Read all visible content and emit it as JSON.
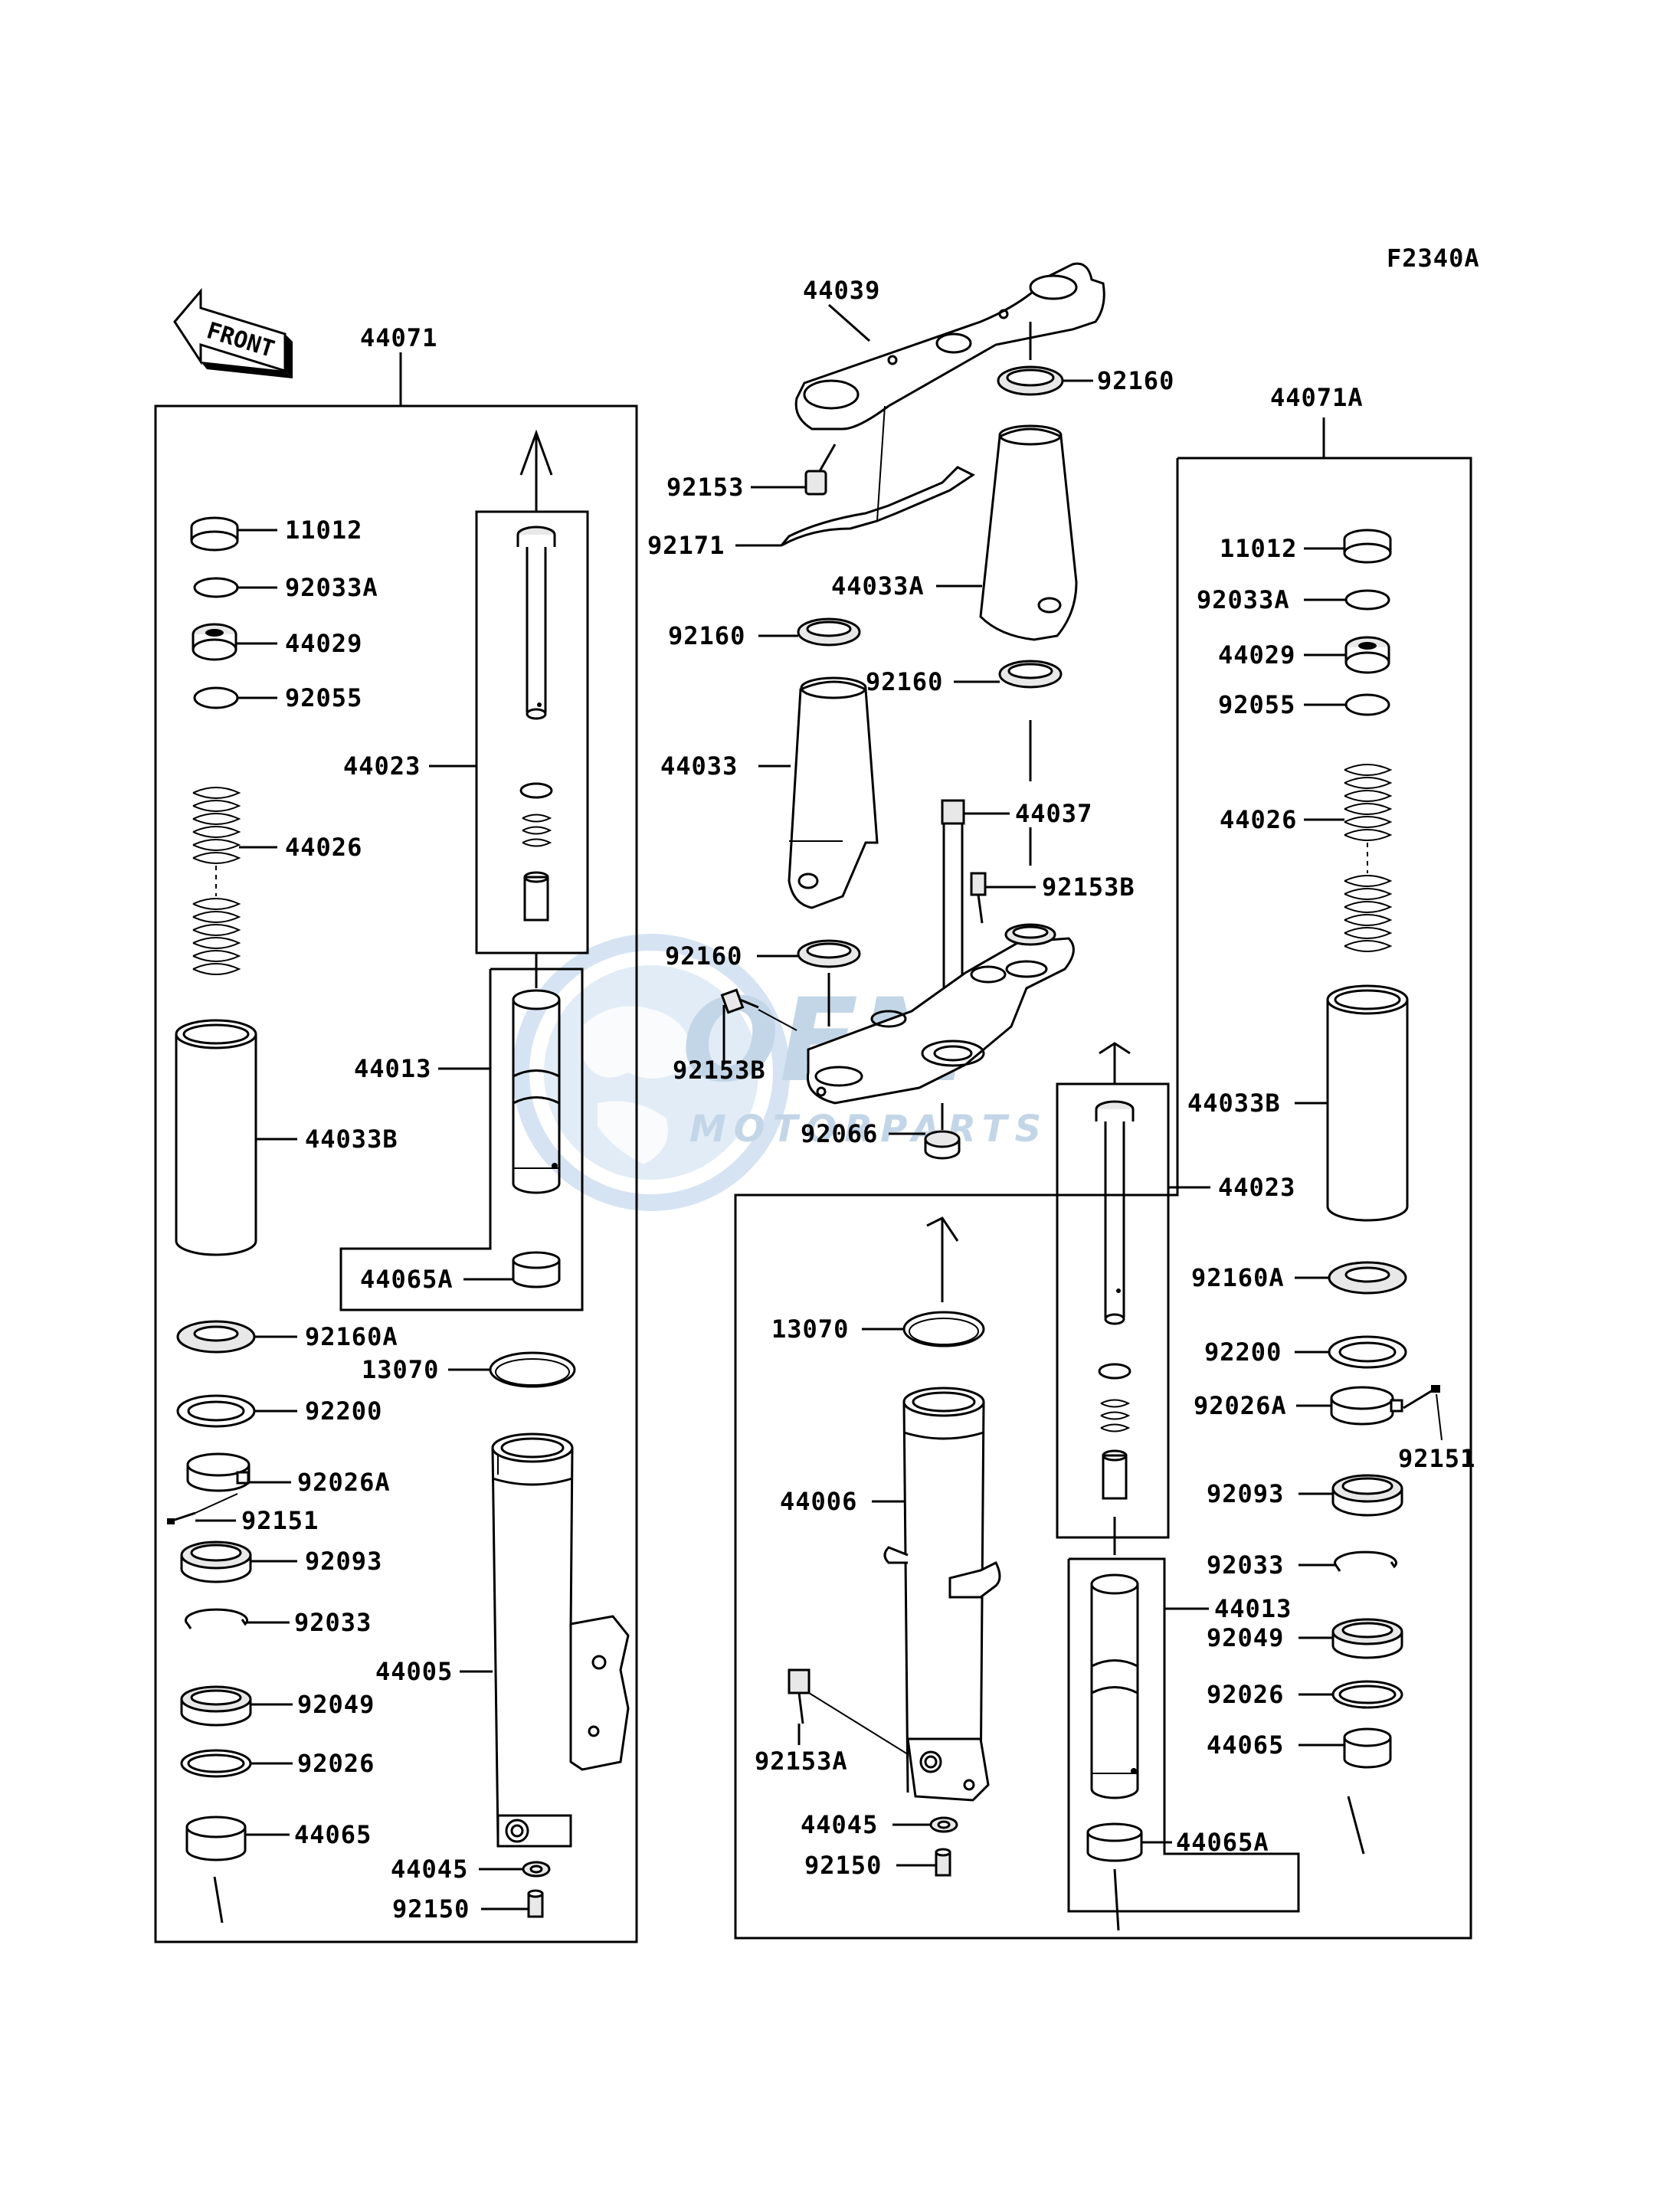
{
  "diagram_code": "F2340A",
  "direction_arrow": "FRONT",
  "watermark": {
    "brand": "OEM",
    "sub": "MOTORPARTS"
  },
  "colors": {
    "line": "#000000",
    "watermark": "#b9cfe3"
  },
  "left_assembly": {
    "label": "44071",
    "parts": {
      "p11012": "11012",
      "p92033A": "92033A",
      "p44029": "44029",
      "p92055": "92055",
      "p44026": "44026",
      "p44033B": "44033B",
      "p44023": "44023",
      "p44013": "44013",
      "p44065A": "44065A",
      "p92160A": "92160A",
      "p13070": "13070",
      "p92200": "92200",
      "p92026A": "92026A",
      "p92151": "92151",
      "p92093": "92093",
      "p92033": "92033",
      "p44005": "44005",
      "p92049": "92049",
      "p92026": "92026",
      "p44065": "44065",
      "p44045": "44045",
      "p92150": "92150"
    }
  },
  "center_assembly": {
    "parts": {
      "p44039": "44039",
      "p92160_top": "92160",
      "p92153": "92153",
      "p92171": "92171",
      "p44033A": "44033A",
      "p92160_a": "92160",
      "p92160_b": "92160",
      "p44033": "44033",
      "p44037": "44037",
      "p92153B_a": "92153B",
      "p92160_c": "92160",
      "p92153B_b": "92153B",
      "p92066": "92066"
    }
  },
  "right_assembly": {
    "label": "44071A",
    "parts": {
      "p11012": "11012",
      "p92033A": "92033A",
      "p44029": "44029",
      "p92055": "92055",
      "p44026": "44026",
      "p44033B": "44033B",
      "p44023": "44023",
      "p92160A": "92160A",
      "p92200": "92200",
      "p92026A": "92026A",
      "p92151": "92151",
      "p92093": "92093",
      "p92033": "92033",
      "p44013": "44013",
      "p92049": "92049",
      "p92026": "92026",
      "p44065": "44065",
      "p44065A": "44065A",
      "p13070": "13070",
      "p44006": "44006",
      "p92153A": "92153A",
      "p44045": "44045",
      "p92150": "92150"
    }
  }
}
